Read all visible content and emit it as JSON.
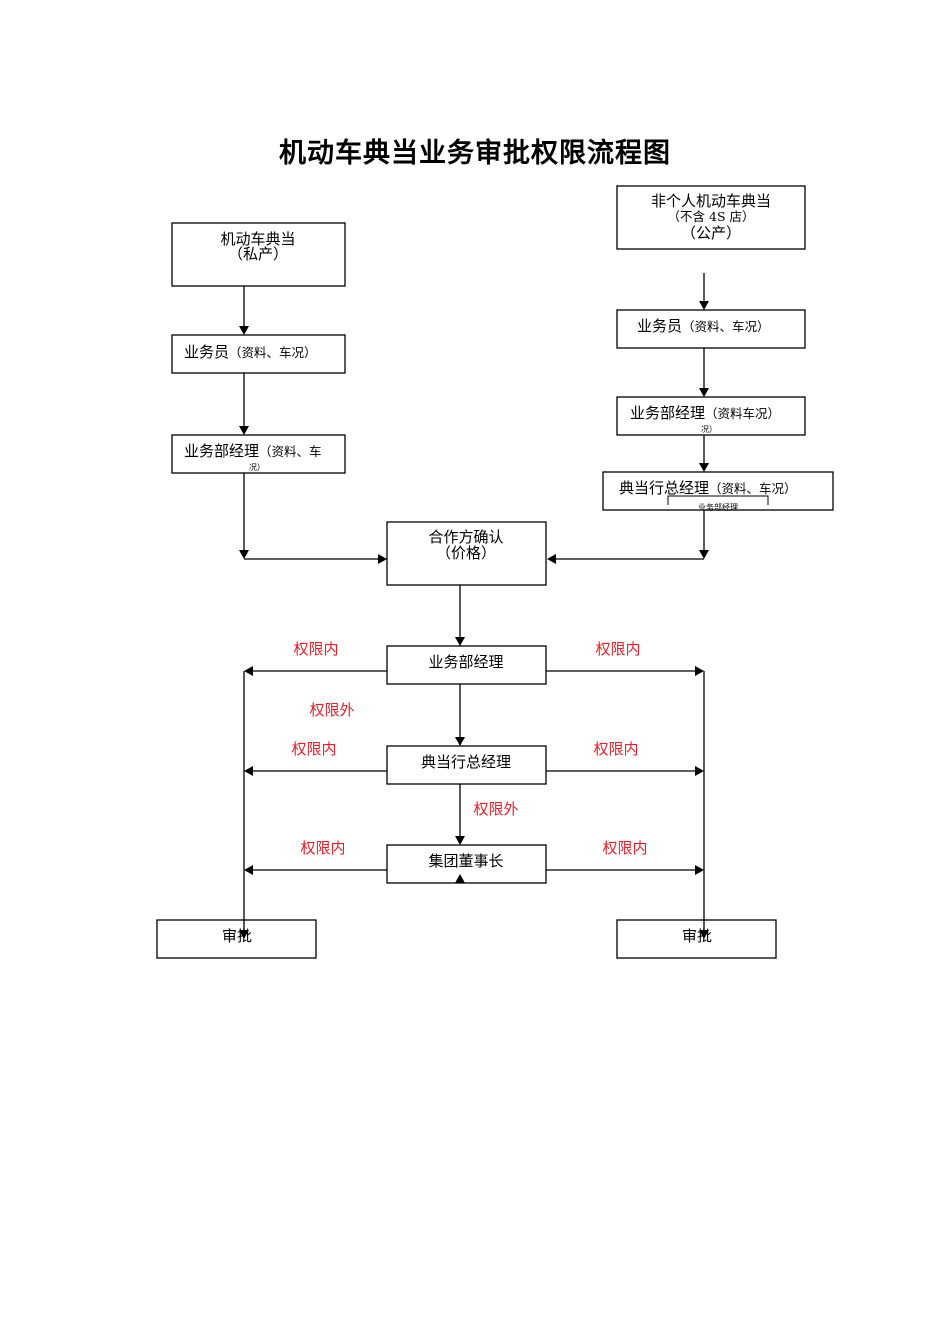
{
  "title": "机动车典当业务审批权限流程图",
  "colors": {
    "label_red": "#e8202a",
    "line": "#000000"
  },
  "left_branch": {
    "start": {
      "line1": "机动车典当",
      "line2": "（私产）"
    },
    "clerk": {
      "main": "业务员",
      "detail": "（资料、车况）"
    },
    "dept_manager": {
      "main": "业务部经理",
      "detail": "（资料、车",
      "overflow": "况）"
    }
  },
  "right_branch": {
    "start": {
      "line1": "非个人机动车典当",
      "line2": "（不含 4S 店）",
      "line3": "（公产）"
    },
    "clerk": {
      "main": "业务员",
      "detail": "（资料、车况）"
    },
    "dept_manager": {
      "main": "业务部经理",
      "detail": "（资料车况）",
      "overflow": "况）"
    },
    "general_manager": {
      "main": "典当行总经理",
      "detail": "（资料、车况）",
      "overflow": "业务部经理"
    }
  },
  "center": {
    "partner_confirm": {
      "line1": "合作方确认",
      "line2": "（价格）"
    },
    "dept_manager": "业务部经理",
    "general_manager": "典当行总经理",
    "chairman": "集团董事长"
  },
  "labels": {
    "within_authority": "权限内",
    "beyond_authority": "权限外"
  },
  "approval": {
    "left": "审批",
    "right": "审批"
  }
}
